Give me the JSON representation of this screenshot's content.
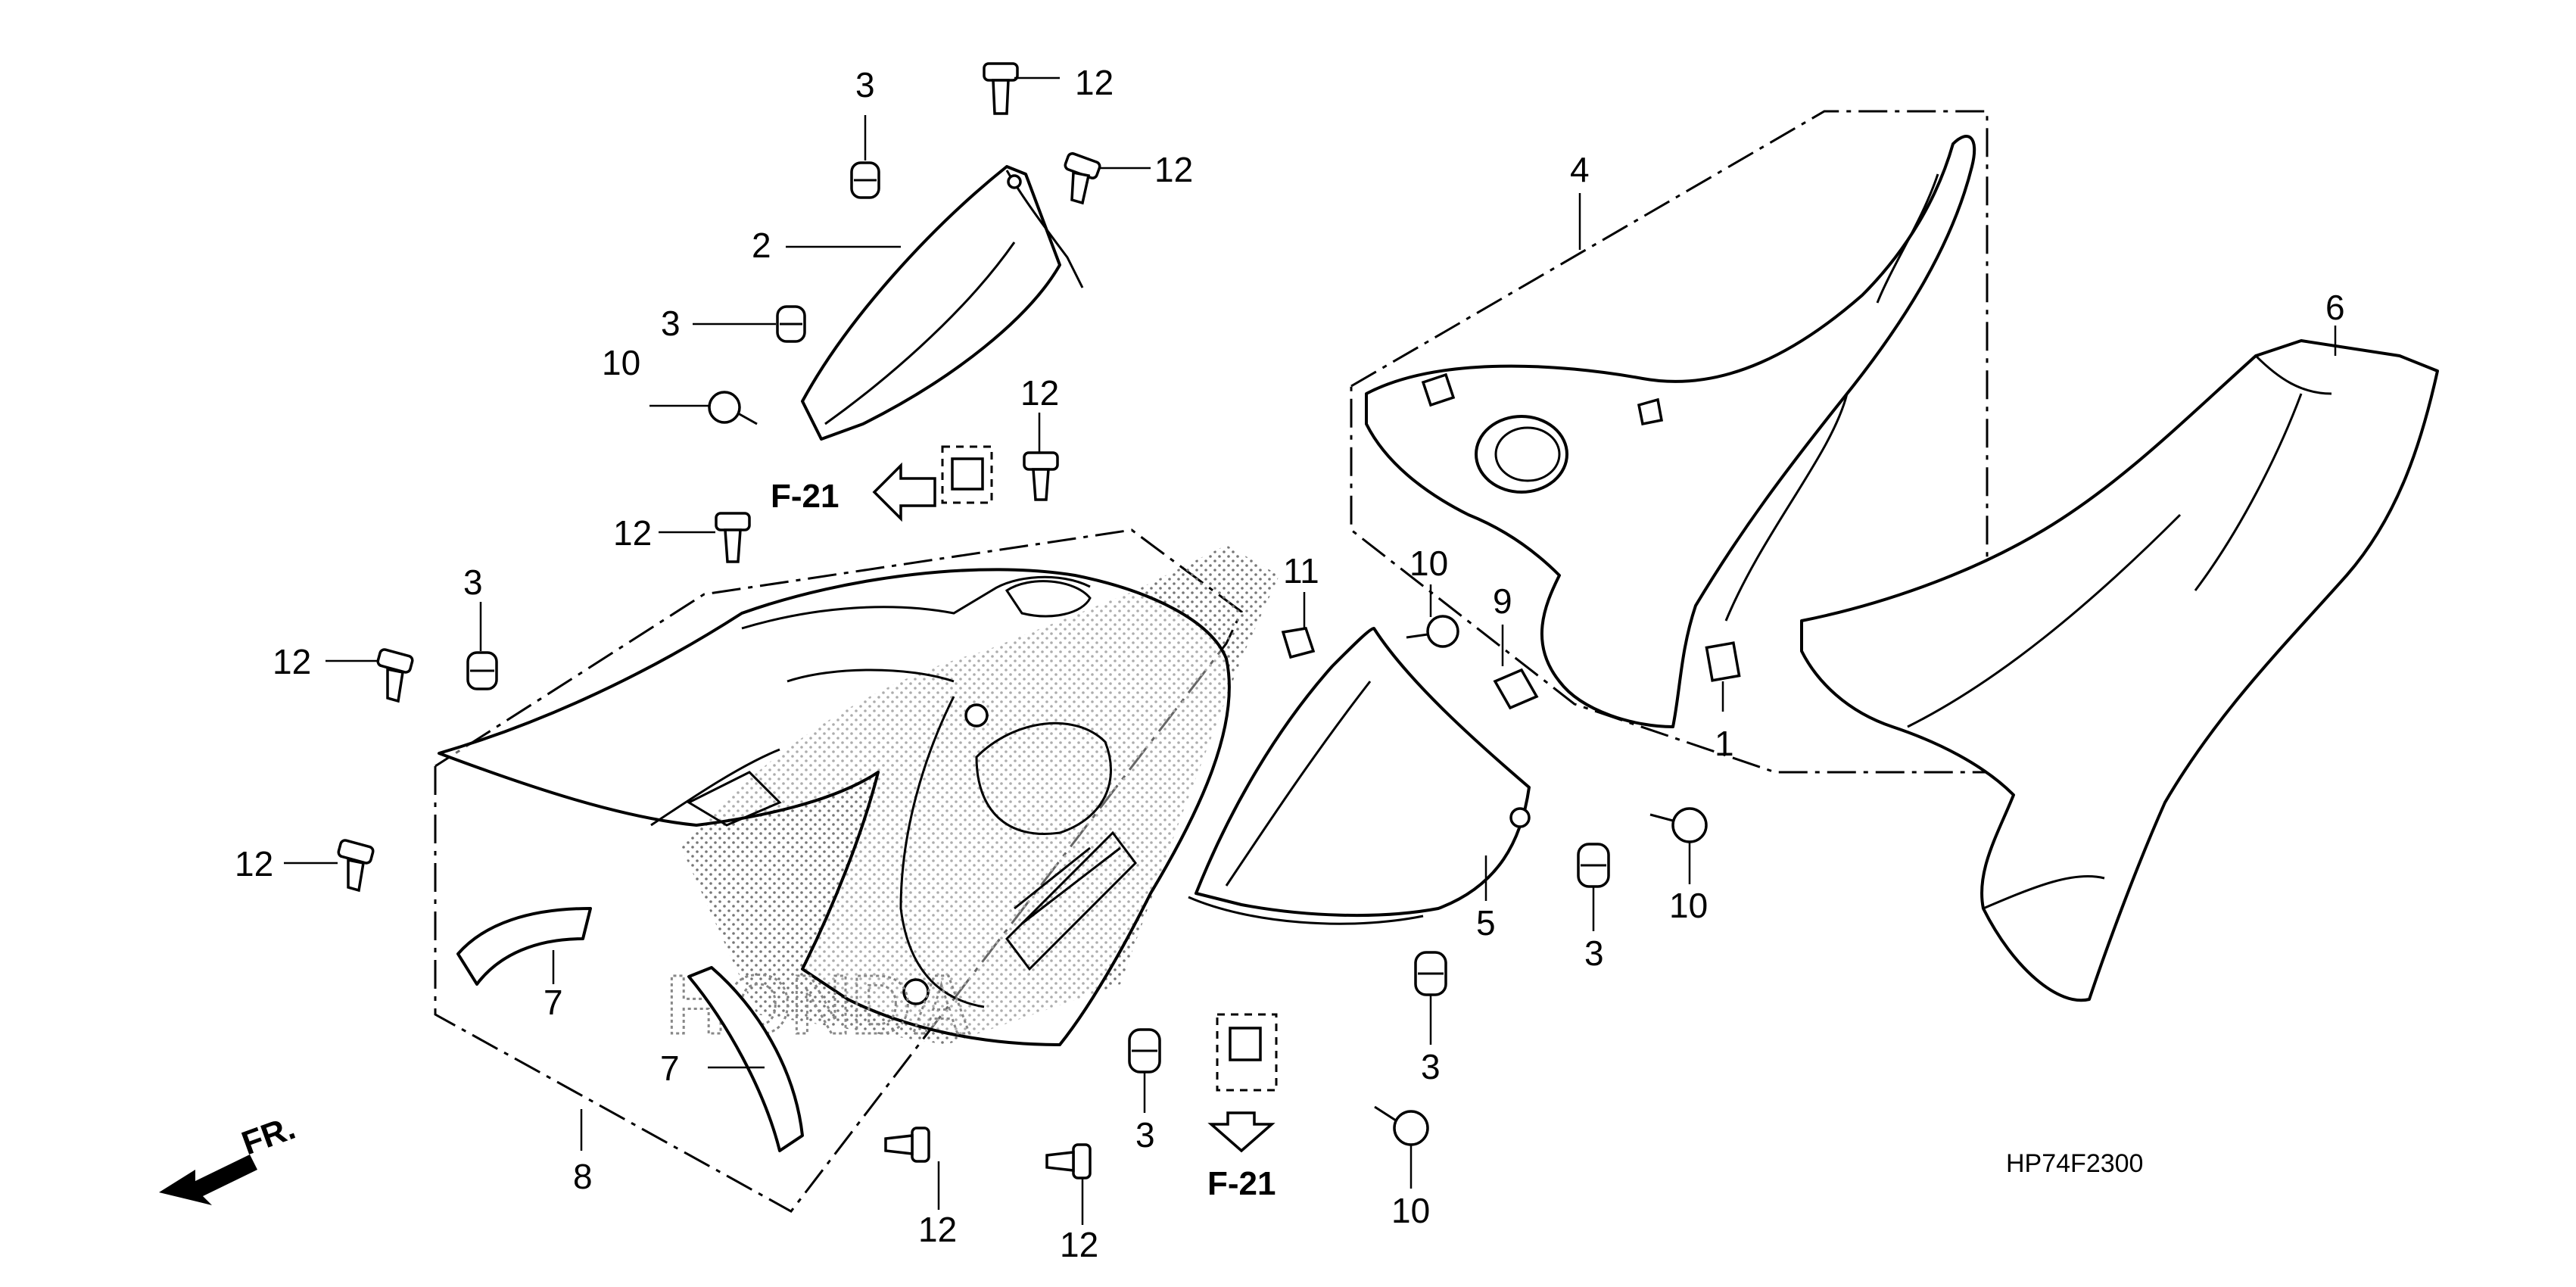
{
  "callouts": {
    "c1": "1",
    "c2": "2",
    "c3a": "3",
    "c3b": "3",
    "c3c": "3",
    "c3d": "3",
    "c3e": "3",
    "c3f": "3",
    "c4": "4",
    "c5": "5",
    "c6": "6",
    "c7a": "7",
    "c7b": "7",
    "c8": "8",
    "c9": "9",
    "c10a": "10",
    "c10b": "10",
    "c10c": "10",
    "c10d": "10",
    "c11": "11",
    "c12a": "12",
    "c12b": "12",
    "c12c": "12",
    "c12d": "12",
    "c12e": "12",
    "c12f": "12",
    "c12g": "12",
    "c12h": "12"
  },
  "refs": {
    "f21_left": "F-21",
    "f21_bottom": "F-21"
  },
  "front_label": "FR.",
  "diagram_code": "HP74F2300",
  "logo_text": "HONDA"
}
